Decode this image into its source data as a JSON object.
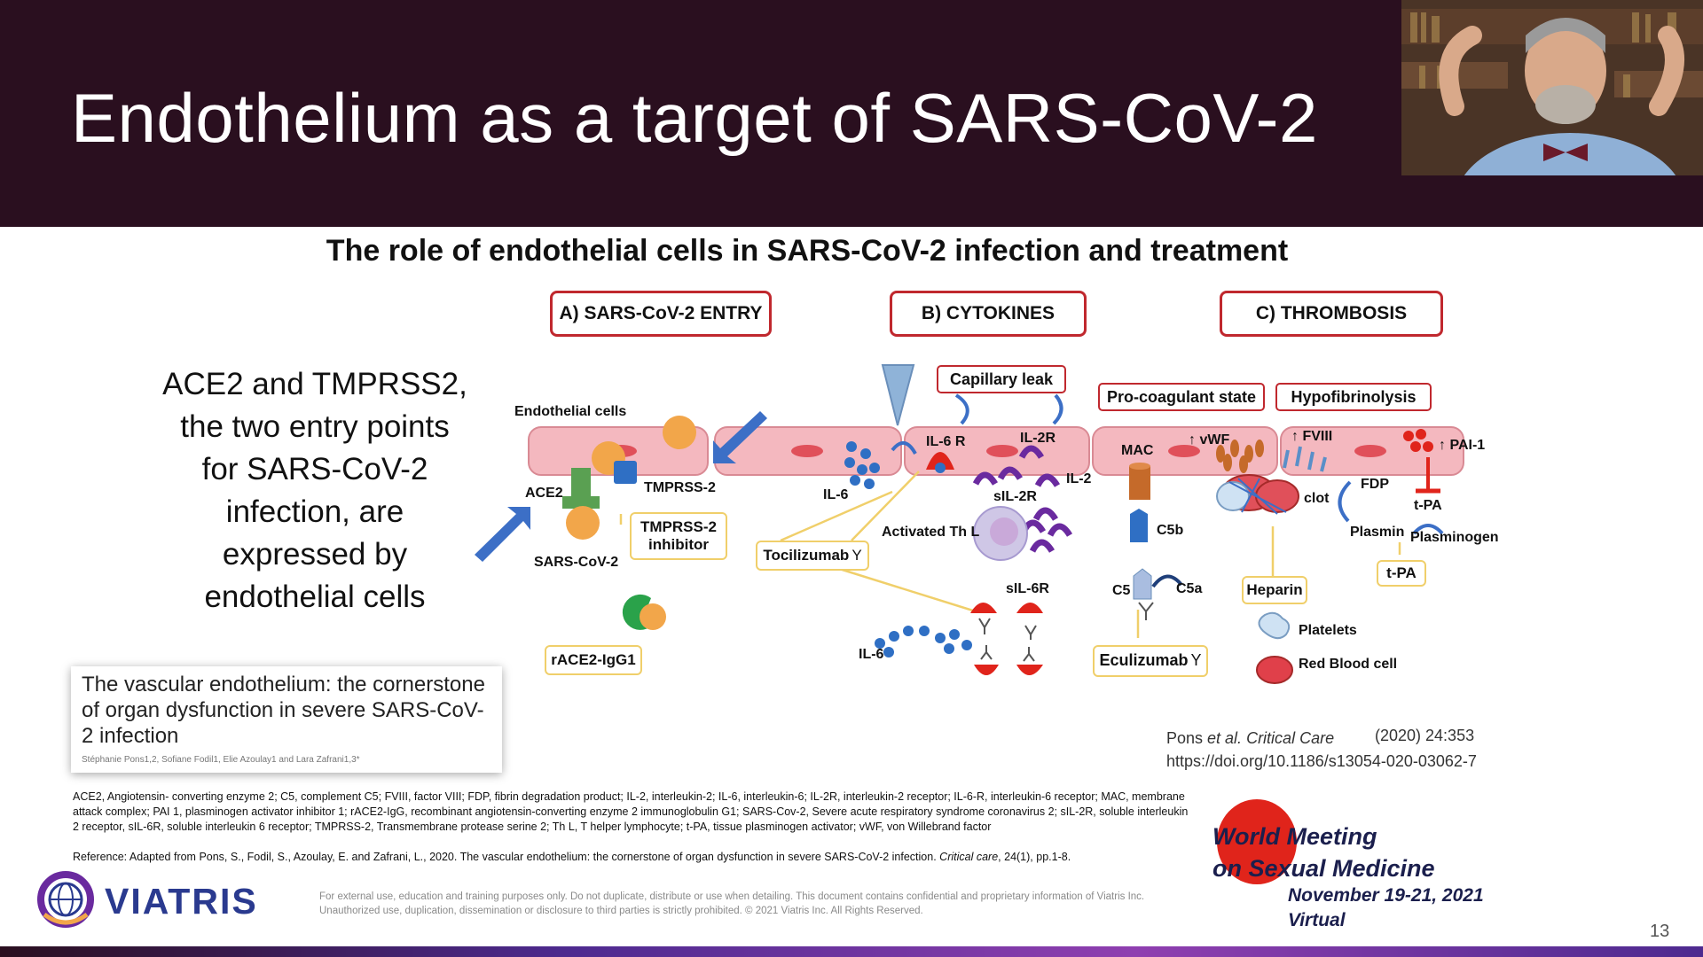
{
  "slide": {
    "title": "Endothelium as a target of SARS-CoV-2",
    "subtitle": "The role of endothelial cells in SARS-CoV-2 infection and treatment",
    "page_number": "13"
  },
  "panels": {
    "a": "A) SARS-CoV-2 ENTRY",
    "b": "B) CYTOKINES",
    "c": "C) THROMBOSIS"
  },
  "left_text": {
    "lines": [
      "ACE2 and TMPRSS2,",
      "the two entry points",
      "for SARS-CoV-2",
      "infection, are",
      "expressed by",
      "endothelial cells"
    ]
  },
  "diagram": {
    "endothelial_cells": "Endothelial cells",
    "ace2": "ACE2",
    "tmprss2": "TMPRSS-2",
    "sars_cov2": "SARS-CoV-2",
    "tmprss2_inhibitor": "TMPRSS-2 inhibitor",
    "race2": "rACE2-IgG1",
    "il6_top": "IL-6",
    "il6r": "IL-6 R",
    "il2r": "IL-2R",
    "il2": "IL-2",
    "sil2r": "sIL-2R",
    "activated_th": "Activated Th L",
    "tocilizumab": "Tocilizumab",
    "sil6r": "sIL-6R",
    "il6_bottom": "IL-6",
    "capillary_leak": "Capillary leak",
    "procoagulant": "Pro-coagulant state",
    "hypofibrinolysis": "Hypofibrinolysis",
    "mac": "MAC",
    "vwf": "vWF",
    "fviii": "FVIII",
    "pai1": "PAI-1",
    "c5b": "C5b",
    "c5": "C5",
    "c5a": "C5a",
    "eculizumab": "Eculizumab",
    "clot": "clot",
    "fdp": "FDP",
    "tpa_inhibited": "t-PA",
    "plasmin": "Plasmin",
    "plasminogen": "Plasminogen",
    "heparin": "Heparin",
    "tpa_box": "t-PA",
    "platelets": "Platelets",
    "rbc": "Red Blood cell"
  },
  "paper": {
    "title": "The vascular endothelium: the cornerstone of organ dysfunction in severe SARS-CoV-2 infection",
    "authors": "Stéphanie Pons1,2, Sofiane Fodil1, Elie Azoulay1 and Lara Zafrani1,3*"
  },
  "citation": {
    "authors_pre": "Pons ",
    "et_al": "et al.",
    "journal": " Critical Care",
    "year_vol": "(2020) 24:353",
    "doi": "https://doi.org/10.1186/s13054-020-03062-7"
  },
  "footnote": "ACE2, Angiotensin- converting enzyme 2; C5, complement C5; FVIII, factor VIII; FDP, fibrin degradation product; IL-2, interleukin-2; IL-6, interleukin-6; IL-2R, interleukin-2 receptor; IL-6-R, interleukin-6 receptor; MAC, membrane attack complex; PAI 1, plasminogen activator inhibitor 1; rACE2-IgG, recombinant angiotensin-converting enzyme 2 immunoglobulin G1; SARS-Cov-2, Severe acute respiratory syndrome coronavirus 2; sIL-2R, soluble interleukin 2 receptor, sIL-6R, soluble interleukin 6 receptor; TMPRSS-2, Transmembrane protease serine 2; Th L, T helper lymphocyte; t-PA, tissue plasminogen activator; vWF, von Willebrand factor",
  "reference": {
    "text": "Reference: Adapted from Pons, S., Fodil, S., Azoulay, E. and Zafrani, L., 2020. The vascular endothelium: the cornerstone of organ dysfunction in severe SARS-CoV-2 infection. ",
    "journal": "Critical care",
    "suffix": ", 24(1), pp.1-8."
  },
  "branding": {
    "company": "VIATRIS",
    "legal": "For external use, education and training purposes only. Do not duplicate, distribute or use when detailing. This document contains confidential and proprietary information of Viatris Inc. Unauthorized use, duplication, dissemination or disclosure to third parties is strictly prohibited. © 2021 Viatris Inc. All Rights Reserved.",
    "event_line1": "World Meeting",
    "event_line2": "on Sexual Medicine",
    "event_date": "November 19-21, 2021",
    "event_mode": "Virtual"
  },
  "colors": {
    "header_bg": "#2a0f1f",
    "accent_red": "#c0282e",
    "box_yellow": "#f0cf6a",
    "cell_pink": "#f4b8bf",
    "arrow_blue": "#3c6fc6",
    "purple": "#6a2a9f"
  }
}
